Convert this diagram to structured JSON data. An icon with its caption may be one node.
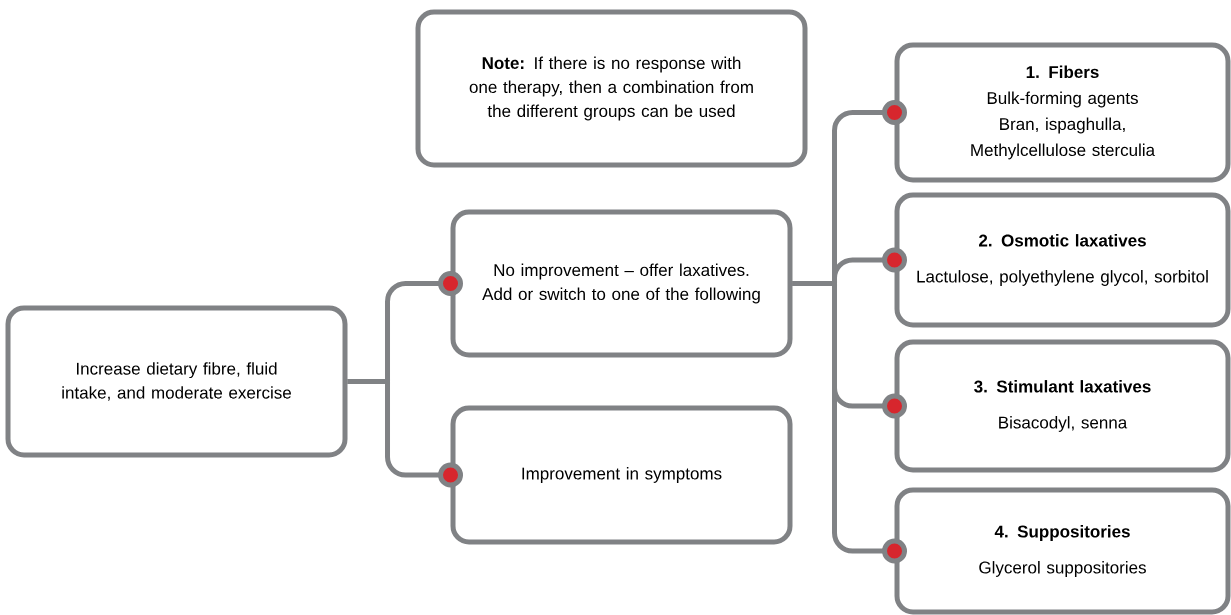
{
  "diagram": {
    "nodes": [
      {
        "text": [
          "Increase dietary fibre, fluid intake, and moderate exercise"
        ]
      },
      {
        "text": [
          "**Note:** If there is no response with one therapy, then a combination from the different groups can be used"
        ]
      },
      {
        "text": [
          "No improvement – offer laxatives. Add or switch to one of the following"
        ]
      },
      {
        "text": [
          "Improvement in symptoms"
        ]
      },
      {
        "text": [
          "1. Fibers",
          "Bulk-forming agents",
          "Bran, ispaghulla,",
          "Methylcellulose sterculia"
        ]
      },
      {
        "text": [
          "2. Osmotic laxatives",
          "Lactulose, polyethylene glycol, sorbitol"
        ]
      },
      {
        "text": [
          "3. Stimulant laxatives",
          "Bisacodyl, senna"
        ]
      },
      {
        "text": [
          "4. Suppositories",
          "Glycerol suppositories"
        ]
      }
    ],
    "edges": [
      {
        "from": 0,
        "to": 2,
        "arrow": "other"
      },
      {
        "from": 0,
        "to": 3,
        "arrow": "other"
      },
      {
        "from": 2,
        "to": 4,
        "arrow": "other"
      },
      {
        "from": 2,
        "to": 5,
        "arrow": "other"
      },
      {
        "from": 2,
        "to": 6,
        "arrow": "other"
      },
      {
        "from": 2,
        "to": 7,
        "arrow": "other"
      }
    ]
  }
}
